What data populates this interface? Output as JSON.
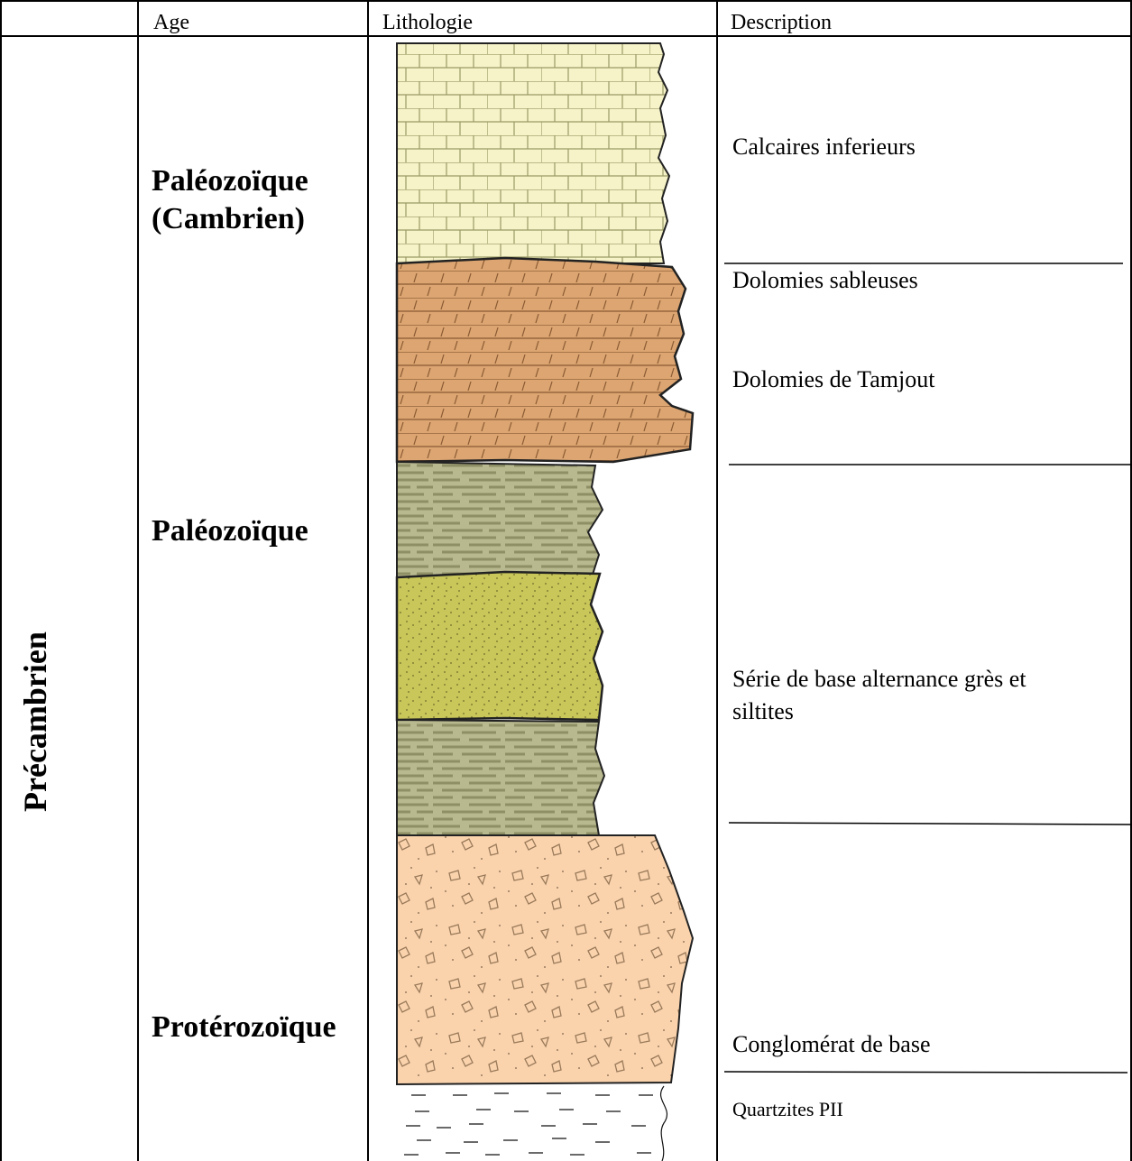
{
  "table": {
    "headers": {
      "age": "Age",
      "lithology": "Lithologie",
      "description": "Description"
    },
    "era_label": "Précambrien",
    "age_labels": {
      "cambrian_line1": "Paléozoïque",
      "cambrian_line2": "(Cambrien)",
      "paleozoic": "Paléozoïque",
      "proterozoic": "Protérozoïque"
    },
    "descriptions": {
      "calcaires": "Calcaires inferieurs",
      "dolomies_sableuses": "Dolomies sableuses",
      "dolomies_tamjout": "Dolomies de Tamjout",
      "serie_line1": "Série de base alternance grès et",
      "serie_line2": "siltites",
      "conglomerat": "Conglomérat de base",
      "quartzites": "Quartzites PII"
    }
  },
  "colors": {
    "limestone": "#f6f3c8",
    "dolomite": "#dca571",
    "siltstone": "#b9b990",
    "sandstone": "#c9c75a",
    "conglomerate": "#fad3ad"
  }
}
